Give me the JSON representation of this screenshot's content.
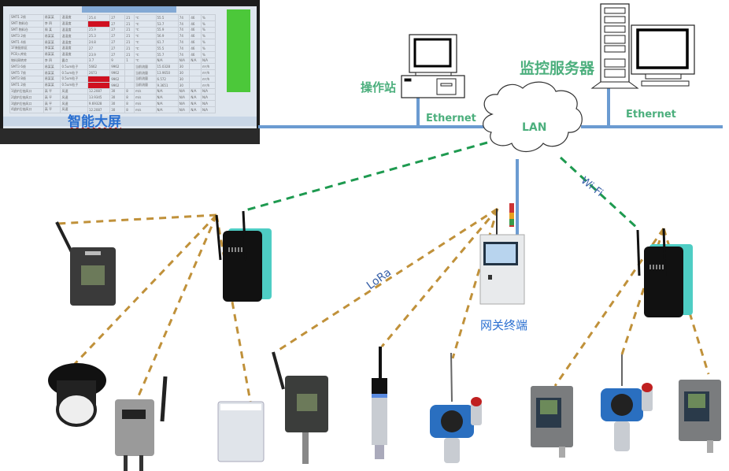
{
  "title": "智能大屏 / 物联网网关系统架构",
  "labels": {
    "big_screen": "智能大屏",
    "operator_station": "操作站",
    "monitor_server": "监控服务器",
    "ethernet_left": "Ethernet",
    "ethernet_right": "Ethernet",
    "lan": "LAN",
    "wifi": "Wi-Fi",
    "lora": "LoRa",
    "gateway_terminal": "网关终端"
  },
  "colors": {
    "ethernet_line": "#6b9bd1",
    "wifi_dash": "#1e9a50",
    "lora_dash": "#c0913a",
    "label_green": "#4caf7d",
    "label_blue": "#3a62a8",
    "screen_label": "#2a6fd0",
    "screen_alarm": "#d01020",
    "screen_status": "#4cc83a"
  },
  "screen_table": {
    "rows": [
      [
        "SMT1 2线",
        "易某某",
        "温湿度",
        "25.4",
        "27",
        "21",
        "℃",
        "55.5",
        "74",
        "46",
        "%"
      ],
      [
        "SMT 物料仓",
        "李 四",
        "温湿度",
        "",
        "27",
        "21",
        "℃",
        "53.7",
        "74",
        "46",
        "%"
      ],
      [
        "SMT 物料仓",
        "周 某",
        "温湿度",
        "25.9",
        "27",
        "21",
        "℃",
        "55.9",
        "74",
        "46",
        "%"
      ],
      [
        "SMT3 2线",
        "易某某",
        "温湿度",
        "25.3",
        "27",
        "21",
        "℃",
        "56.9",
        "74",
        "46",
        "%"
      ],
      [
        "SMT1 4线",
        "易某某",
        "温湿度",
        "24.8",
        "27",
        "21",
        "℃",
        "61.7",
        "74",
        "46",
        "%"
      ],
      [
        "1F装配前区",
        "李某某",
        "温湿度",
        "27",
        "27",
        "21",
        "℃",
        "55.5",
        "74",
        "46",
        "%"
      ],
      [
        "PCB入库处",
        "易某某",
        "温湿度",
        "23.9",
        "27",
        "21",
        "℃",
        "55.7",
        "74",
        "46",
        "%"
      ],
      [
        "物料周转库",
        "李 四",
        "露点",
        "3.7",
        "9",
        "1",
        "℃",
        "N/A",
        "N/A",
        "N/A",
        "N/A"
      ],
      [
        "SMT3 6线",
        "易某某",
        "0.5um粒子",
        "5662",
        "9962",
        "",
        "当前流量",
        "15.0328",
        "30",
        "",
        "m³/h"
      ],
      [
        "SMT5 7线",
        "易某某",
        "0.5um粒子",
        "2673",
        "9962",
        "",
        "当前流量",
        "13.9650",
        "30",
        "",
        "m³/h"
      ],
      [
        "SMT3 8线",
        "易某某",
        "0.5um粒子",
        "",
        "9962",
        "",
        "当前流量",
        "6.572",
        "30",
        "",
        "m³/h"
      ],
      [
        "SMT1 2线",
        "易某某",
        "0.5um粒子",
        "",
        "9962",
        "",
        "当前流量",
        "9.3651",
        "30",
        "",
        "m³/h"
      ],
      [
        "1號炉后抽风口",
        "高 平",
        "风速",
        "12.2087",
        "30",
        "8",
        "m/s",
        "N/A",
        "N/A",
        "N/A",
        "N/A"
      ],
      [
        "2號炉后抽风口",
        "高 平",
        "风速",
        "13.9345",
        "30",
        "8",
        "m/s",
        "N/A",
        "N/A",
        "N/A",
        "N/A"
      ],
      [
        "3號炉后抽风口",
        "高 平",
        "风速",
        "9.69328",
        "30",
        "8",
        "m/s",
        "N/A",
        "N/A",
        "N/A",
        "N/A"
      ],
      [
        "4號炉后抽风口",
        "高 平",
        "风速",
        "12.2087",
        "30",
        "8",
        "m/s",
        "N/A",
        "N/A",
        "N/A",
        "N/A"
      ]
    ],
    "alarm_cells": [
      [
        1,
        3
      ],
      [
        10,
        3
      ],
      [
        11,
        3
      ]
    ]
  },
  "devices": {
    "wired": [
      "operator-station",
      "monitor-server"
    ],
    "gateways": [
      "lora-gateway-left",
      "lora-gateway-right",
      "gateway-terminal"
    ],
    "sensors": [
      "wall-sensor-antenna",
      "light-sensor",
      "differential-pressure-sensor",
      "particle-sensor",
      "temp-humidity-sensor",
      "dew-point-probe",
      "gas-detector-1",
      "wall-sensor-2",
      "gas-detector-2",
      "wall-sensor-3"
    ]
  }
}
